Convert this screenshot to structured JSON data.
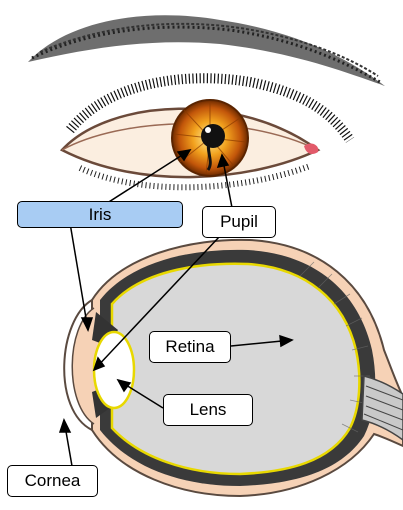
{
  "labels": {
    "iris": "Iris",
    "pupil": "Pupil",
    "retina": "Retina",
    "lens": "Lens",
    "cornea": "Cornea"
  },
  "colors": {
    "iris_label_fill": "#a8ccf3",
    "iris": "#c8640a",
    "sclera_fill": "#d8d8d8",
    "retina_line": "#e8d800",
    "outer_coat": "#f6d2b6",
    "choroid": "#3a3a3a"
  },
  "icons": [
    "eyebrow",
    "eye-front-view",
    "eye-cross-section"
  ]
}
